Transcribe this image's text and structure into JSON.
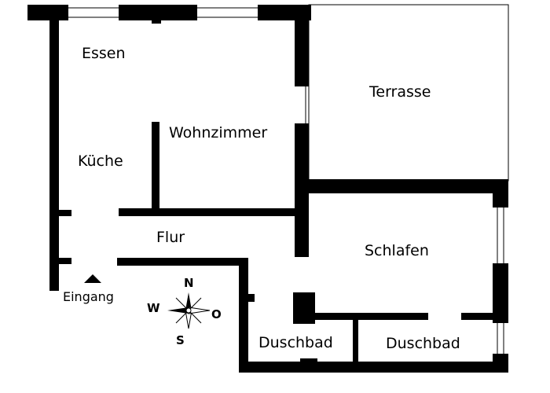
{
  "rooms": {
    "essen": "Essen",
    "kueche": "Küche",
    "wohnzimmer": "Wohnzimmer",
    "terrasse": "Terrasse",
    "flur": "Flur",
    "schlafen": "Schlafen",
    "duschbad_left": "Duschbad",
    "duschbad_right": "Duschbad",
    "eingang": "Eingang"
  },
  "compass": {
    "north": "N",
    "south": "S",
    "west": "W",
    "east": "O"
  },
  "colors": {
    "wall": "#000000",
    "background": "#ffffff"
  },
  "icons": {
    "entrance": "entrance-arrow-icon",
    "compass": "compass-rose-icon"
  }
}
